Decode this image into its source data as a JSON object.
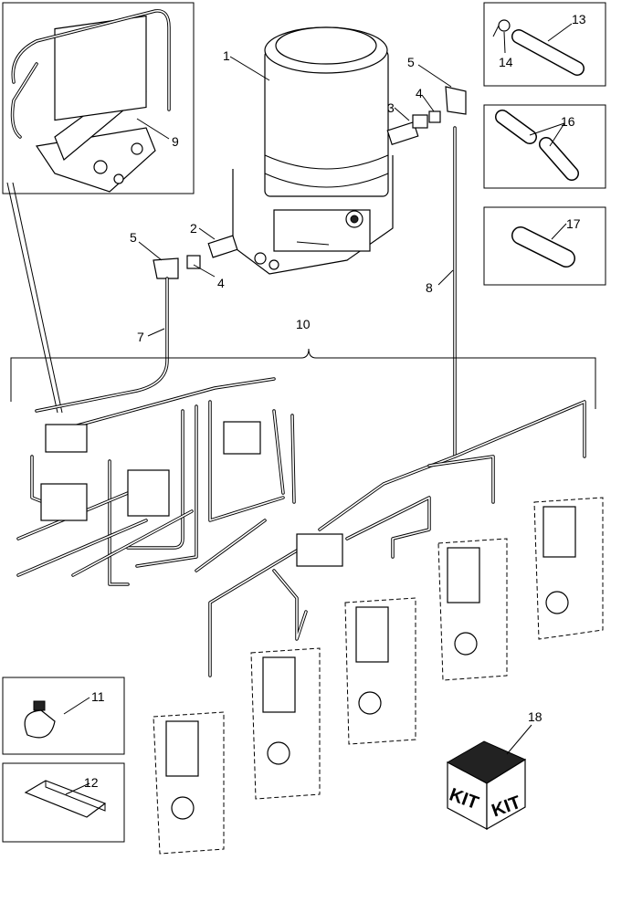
{
  "callouts": {
    "c1": "1",
    "c2": "2",
    "c3": "3",
    "c4a": "4",
    "c4b": "4",
    "c5a": "5",
    "c5b": "5",
    "c7": "7",
    "c8": "8",
    "c9": "9",
    "c10": "10",
    "c11": "11",
    "c12": "12",
    "c13": "13",
    "c14": "14",
    "c16": "16",
    "c17": "17",
    "c18": "18"
  },
  "kit_box": {
    "left_text": "KIT",
    "right_text": "KIT"
  }
}
